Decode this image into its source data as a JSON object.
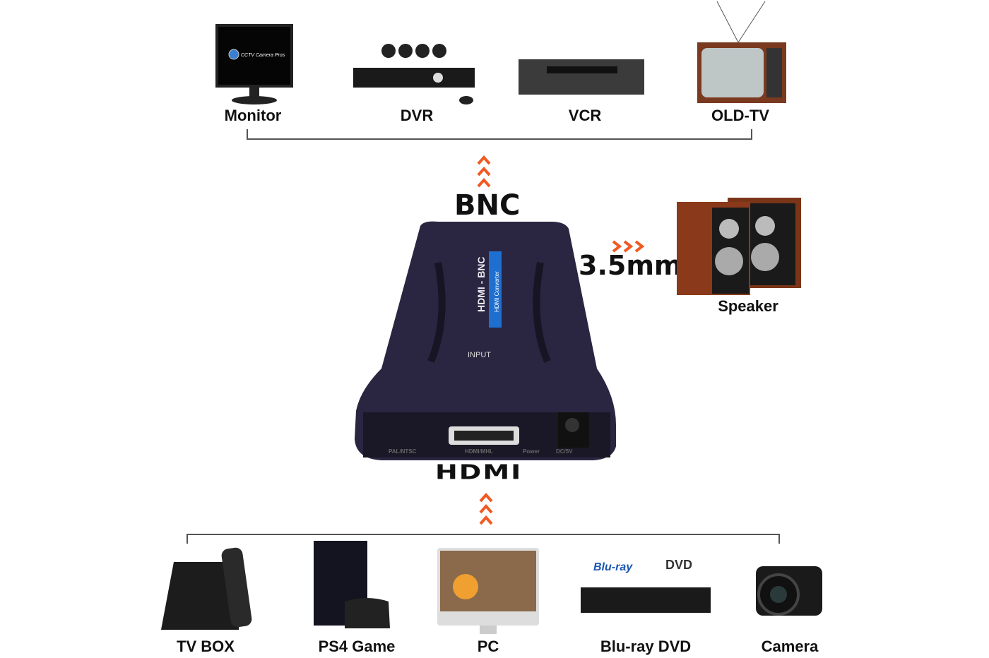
{
  "outputs": [
    {
      "label": "Monitor",
      "screen_text": "CCTV Camera Pros"
    },
    {
      "label": "DVR"
    },
    {
      "label": "VCR"
    },
    {
      "label": "OLD-TV"
    }
  ],
  "bnc_label": "BNC",
  "audio": {
    "label": "3.5mm",
    "device": "Speaker"
  },
  "converter": {
    "title": "HDMI - BNC",
    "subtitle": "HDMI Converter",
    "input": "INPUT",
    "ports": [
      "PAL/NTSC",
      "HDMI/MHL",
      "Power",
      "DC/5V"
    ]
  },
  "hdmi_label": "HDMI",
  "inputs": [
    {
      "label": "TV BOX"
    },
    {
      "label": "PS4 Game"
    },
    {
      "label": "PC"
    },
    {
      "label": "Blu-ray DVD"
    },
    {
      "label": "Camera"
    }
  ],
  "colors": {
    "arrow": "#f05a22",
    "device": "#2a2540",
    "accent": "#1e6fd0"
  }
}
